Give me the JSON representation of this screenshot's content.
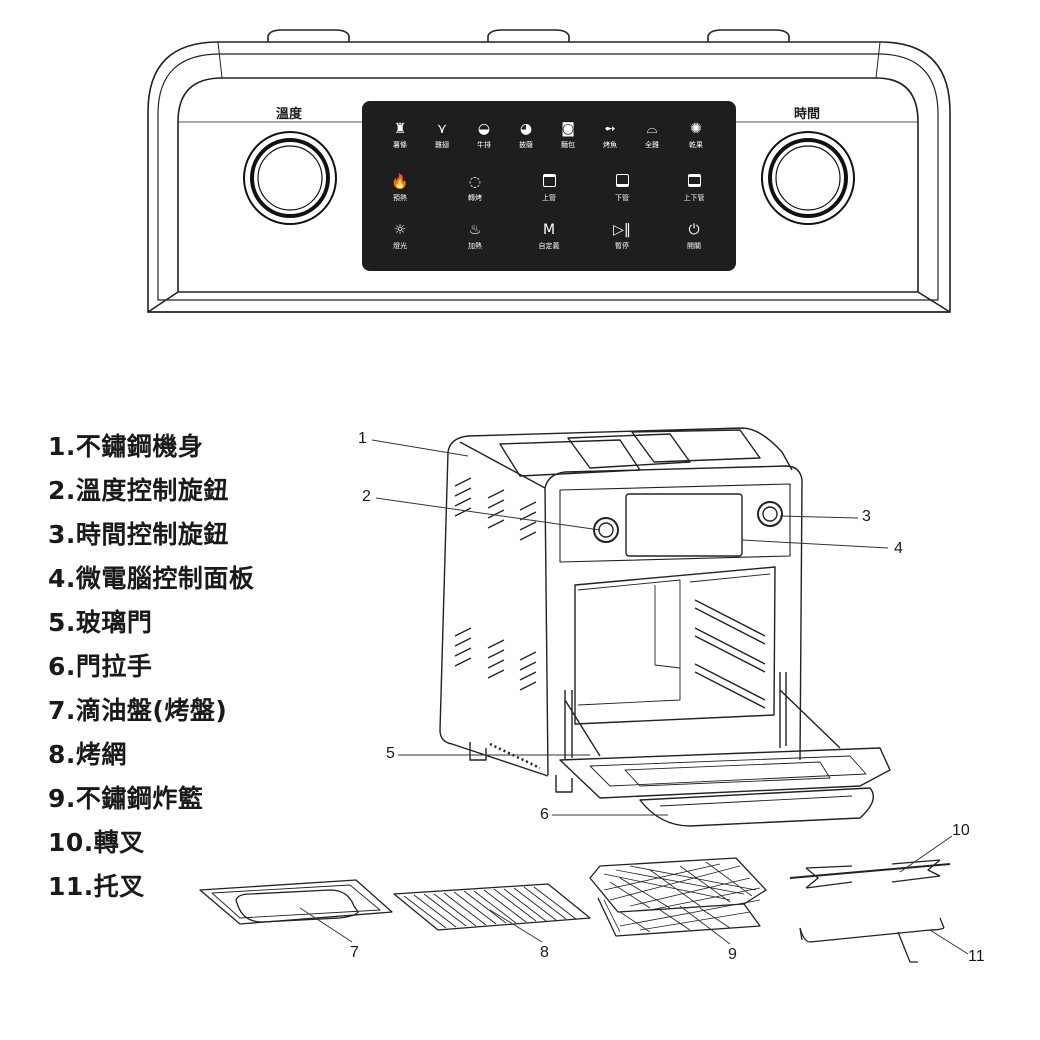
{
  "control_panel": {
    "left_knob_label": "溫度",
    "right_knob_label": "時間",
    "presets": [
      {
        "label": "薯條",
        "icon": "fries-icon"
      },
      {
        "label": "雞翅",
        "icon": "chicken-wing-icon"
      },
      {
        "label": "牛排",
        "icon": "steak-icon"
      },
      {
        "label": "披薩",
        "icon": "pizza-icon"
      },
      {
        "label": "麵包",
        "icon": "bread-icon"
      },
      {
        "label": "烤魚",
        "icon": "fish-icon"
      },
      {
        "label": "全雞",
        "icon": "whole-chicken-icon"
      },
      {
        "label": "乾果",
        "icon": "dried-fruit-icon"
      }
    ],
    "functions": [
      {
        "label": "預熱",
        "icon": "flame-icon",
        "glyph": "🔥"
      },
      {
        "label": "轉烤",
        "icon": "rotisserie-icon",
        "glyph": "◌"
      },
      {
        "label": "上管",
        "icon": "top-heater-icon",
        "glyph": "▔"
      },
      {
        "label": "下管",
        "icon": "bottom-heater-icon",
        "glyph": "▁"
      },
      {
        "label": "上下管",
        "icon": "top-bottom-heater-icon",
        "glyph": "☰"
      }
    ],
    "controls": [
      {
        "label": "燈光",
        "icon": "light-bulb-icon",
        "glyph": "☼"
      },
      {
        "label": "加熱",
        "icon": "reheat-icon",
        "glyph": "♨"
      },
      {
        "label": "自定義",
        "icon": "custom-mode-icon",
        "glyph": "M"
      },
      {
        "label": "暫停",
        "icon": "play-pause-icon",
        "glyph": "▷‖"
      },
      {
        "label": "開關",
        "icon": "power-icon",
        "glyph": "⏻"
      }
    ]
  },
  "parts_list": [
    "1.不鏽鋼機身",
    "2.溫度控制旋鈕",
    "3.時間控制旋鈕",
    "4.微電腦控制面板",
    "5.玻璃門",
    "6.門拉手",
    "7.滴油盤(烤盤)",
    "8.烤網",
    "9.不鏽鋼炸籃",
    "10.轉叉",
    "11.托叉"
  ],
  "callouts": [
    "1",
    "2",
    "3",
    "4",
    "5",
    "6",
    "7",
    "8",
    "9",
    "10",
    "11"
  ]
}
